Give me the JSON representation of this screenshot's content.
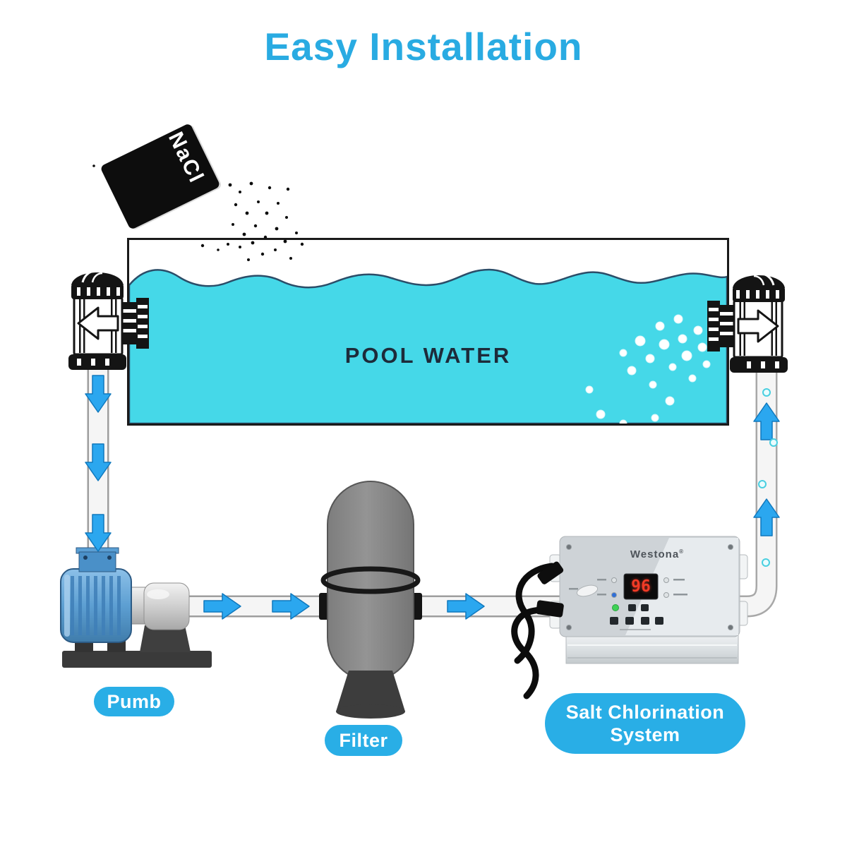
{
  "title": "Easy Installation",
  "salt_bag": {
    "label": "NaCl"
  },
  "pool": {
    "label": "POOL WATER"
  },
  "labels": {
    "pump": "Pumb",
    "filter": "Filter",
    "system_line1": "Salt Chlorination",
    "system_line2": "System"
  },
  "device": {
    "brand": "Westona",
    "trademark": "®",
    "display_value": "96"
  },
  "icons": {
    "flow_arrow": "block-arrow",
    "salt_particles": "black-dots",
    "water_bubbles": "white-circles"
  },
  "colors": {
    "accent_title": "#29ABE2",
    "label_pill": "#29AEE6",
    "water": "#45D8E8",
    "flow_arrow": "#2BA7EF",
    "salt_bag": "#0D0D0D"
  }
}
